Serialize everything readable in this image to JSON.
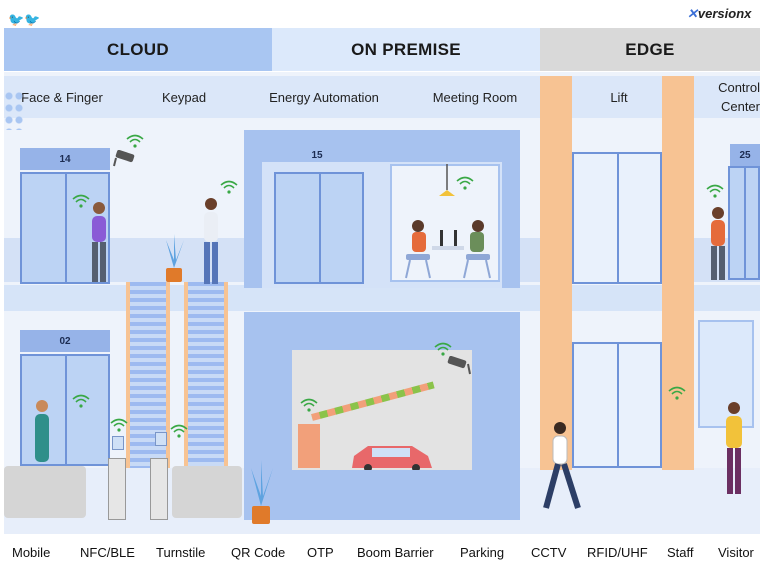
{
  "brand": {
    "logo_text": "versionx"
  },
  "columns": {
    "cloud": "CLOUD",
    "on_premise": "ON PREMISE",
    "edge": "EDGE"
  },
  "top_labels": {
    "face_finger": "Face & Finger",
    "keypad": "Keypad",
    "energy_automation": "Energy Automation",
    "meeting_room": "Meeting Room",
    "lift": "Lift",
    "control_center_line1": "Control",
    "control_center_line2": "Center"
  },
  "floor_numbers": {
    "f14": "14",
    "f15": "15",
    "f25": "25",
    "f02": "02"
  },
  "bottom_labels": {
    "mobile": "Mobile",
    "nfc_ble": "NFC/BLE",
    "turnstile": "Turnstile",
    "qr_code": "QR Code",
    "otp": "OTP",
    "boom_barrier": "Boom Barrier",
    "parking": "Parking",
    "cctv": "CCTV",
    "rfid_uhf": "RFID/UHF",
    "staff": "Staff",
    "visitor": "Visitor"
  },
  "colors": {
    "cloud_band": "#a9c6f2",
    "premise_band": "#dce9fb",
    "edge_band": "#d9d9d9",
    "wall_blue": "#a7c2ef",
    "pillar_orange": "#f7c393",
    "floor_slab": "#dbe7f8",
    "wifi_green": "#39a845"
  }
}
